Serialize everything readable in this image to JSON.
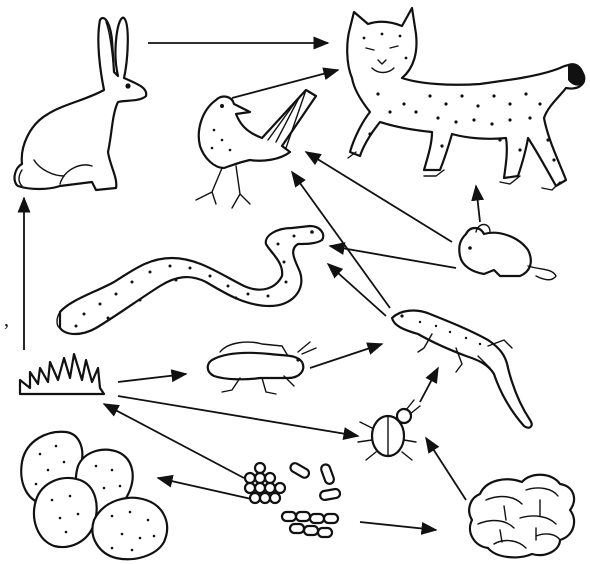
{
  "organisms": [
    {
      "id": "jackrabbit",
      "icon": "jackrabbit-icon"
    },
    {
      "id": "bobcat",
      "icon": "bobcat-icon"
    },
    {
      "id": "roadrunner",
      "icon": "roadrunner-icon"
    },
    {
      "id": "rattlesnake",
      "icon": "rattlesnake-icon"
    },
    {
      "id": "mouse",
      "icon": "mouse-icon"
    },
    {
      "id": "lizard",
      "icon": "lizard-icon"
    },
    {
      "id": "grass",
      "icon": "grass-icon"
    },
    {
      "id": "grasshopper",
      "icon": "grasshopper-icon"
    },
    {
      "id": "beetle",
      "icon": "beetle-icon"
    },
    {
      "id": "prickly-pear-cactus",
      "icon": "cactus-icon"
    },
    {
      "id": "bacteria",
      "icon": "bacteria-icon"
    },
    {
      "id": "mushrooms",
      "icon": "mushroom-icon"
    }
  ],
  "energy_flow": [
    {
      "from": "grass",
      "to": "jackrabbit"
    },
    {
      "from": "jackrabbit",
      "to": "bobcat"
    },
    {
      "from": "roadrunner",
      "to": "bobcat"
    },
    {
      "from": "mouse",
      "to": "bobcat"
    },
    {
      "from": "mouse",
      "to": "rattlesnake"
    },
    {
      "from": "mouse",
      "to": "roadrunner"
    },
    {
      "from": "lizard",
      "to": "roadrunner"
    },
    {
      "from": "lizard",
      "to": "rattlesnake"
    },
    {
      "from": "grass",
      "to": "grasshopper"
    },
    {
      "from": "grasshopper",
      "to": "lizard"
    },
    {
      "from": "grass",
      "to": "beetle"
    },
    {
      "from": "beetle",
      "to": "lizard"
    },
    {
      "from": "mushrooms",
      "to": "beetle"
    },
    {
      "from": "bacteria",
      "to": "grass"
    },
    {
      "from": "bacteria",
      "to": "prickly-pear-cactus"
    },
    {
      "from": "bacteria",
      "to": "mushrooms"
    }
  ],
  "stray_mark": ","
}
